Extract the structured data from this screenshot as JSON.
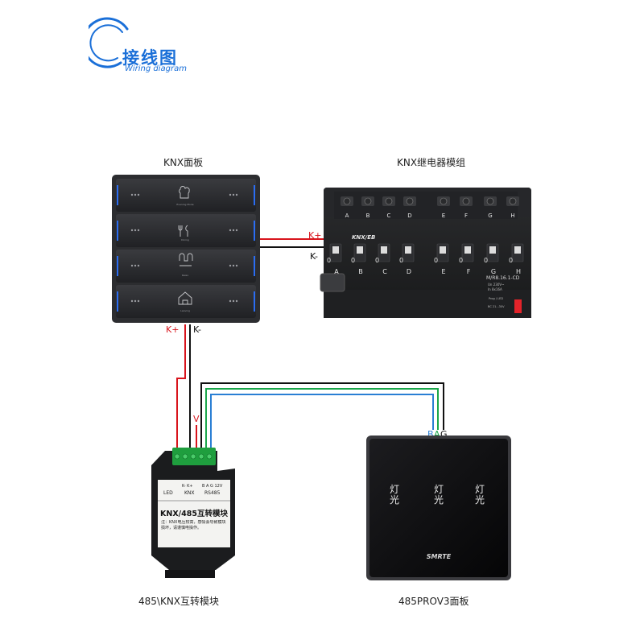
{
  "header": {
    "title": "接线图",
    "subtitle": "Wiring diagram"
  },
  "devices": {
    "knx_panel": {
      "title": "KNX面板",
      "buttons": [
        "Evening Mode",
        "Dining",
        "Relax",
        "Leaving"
      ]
    },
    "relay": {
      "title": "KNX继电器模组",
      "brand": "KNX/EB",
      "channels": [
        "A",
        "B",
        "C",
        "D",
        "E",
        "F",
        "G",
        "H"
      ],
      "switch_state": "0",
      "model": "M/R8.16.1-CD",
      "spec_lines": [
        "Un 230V~",
        "In 8x16A"
      ],
      "prog_label": "Prog / LED",
      "bus_label": "BC 21...30V"
    },
    "module": {
      "title": "485\\KNX互转模块",
      "label_led": "LED",
      "label_knx": "KNX",
      "label_rs485": "RS485",
      "label_terms_1": "K- K+",
      "label_terms_2": "B A G 12V",
      "main_label": "KNX/485互转模块",
      "note": "注：KNX电压较高，感情会导致模块损坏，请谨慎电操作。"
    },
    "rs485_panel": {
      "title": "485PROV3面板",
      "keys": [
        "灯光",
        "灯光",
        "灯光"
      ],
      "brand": "SMRTE"
    }
  },
  "wires": {
    "k_plus": "K+",
    "k_minus": "K-",
    "v": "V",
    "b": "B",
    "a": "A",
    "g": "G"
  },
  "colors": {
    "red": "#d8141c",
    "green": "#1aa64a",
    "blue": "#2a7fd4",
    "black": "#111111",
    "accent_blue": "#1a6fd8"
  }
}
